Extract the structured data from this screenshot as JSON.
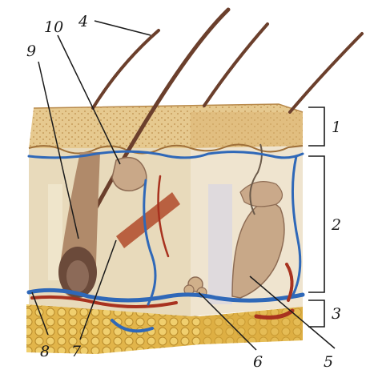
{
  "labels": {
    "l1": "1",
    "l2": "2",
    "l3": "3",
    "l4": "4",
    "l5": "5",
    "l6": "6",
    "l7": "7",
    "l8": "8",
    "l9": "9",
    "l10": "10"
  },
  "colors": {
    "epidermis": "#e3c58a",
    "epidermis_dark": "#b8894a",
    "dermis": "#e9dcc0",
    "dermis_side": "#efe5d2",
    "fat": "#dcae3f",
    "fat_dark": "#b88a2a",
    "vein": "#2f68b8",
    "artery": "#a8321f",
    "hair": "#6b3f2c",
    "gland": "#b08a6a"
  }
}
